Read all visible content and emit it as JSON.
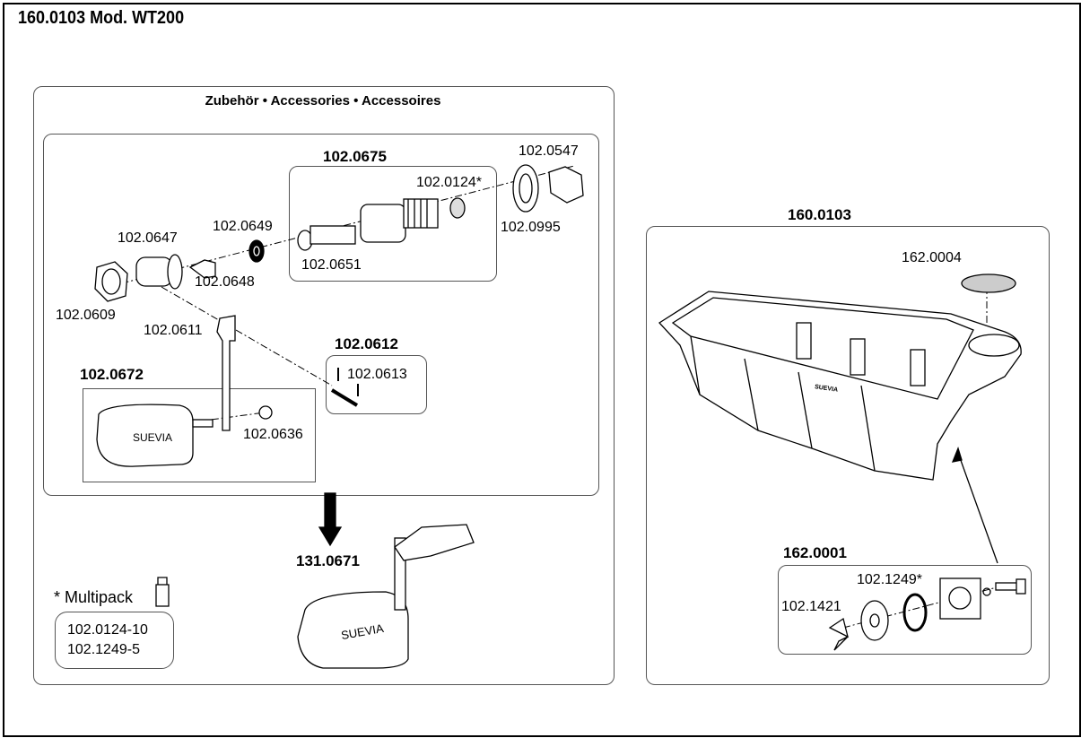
{
  "title": "160.0103 Mod. WT200",
  "accessories": {
    "header": "Zubehör • Accessories • Accessoires",
    "parts": {
      "p0675": "102.0675",
      "p0547": "102.0547",
      "p0124": "102.0124*",
      "p0995": "102.0995",
      "p0649": "102.0649",
      "p0647": "102.0647",
      "p0651": "102.0651",
      "p0648": "102.0648",
      "p0609": "102.0609",
      "p0611": "102.0611",
      "p0612": "102.0612",
      "p0613": "102.0613",
      "p0672": "102.0672",
      "p0636": "102.0636"
    },
    "brand": "SUEVIA",
    "assembly": "131.0671",
    "multipack": {
      "label": "* Multipack",
      "items": [
        "102.0124-10",
        "102.1249-5"
      ]
    }
  },
  "tank": {
    "title": "160.0103",
    "lid": "162.0004",
    "valve_set": "162.0001",
    "oring": "102.1249*",
    "wingnut": "102.1421",
    "brand": "SUEVIA"
  }
}
